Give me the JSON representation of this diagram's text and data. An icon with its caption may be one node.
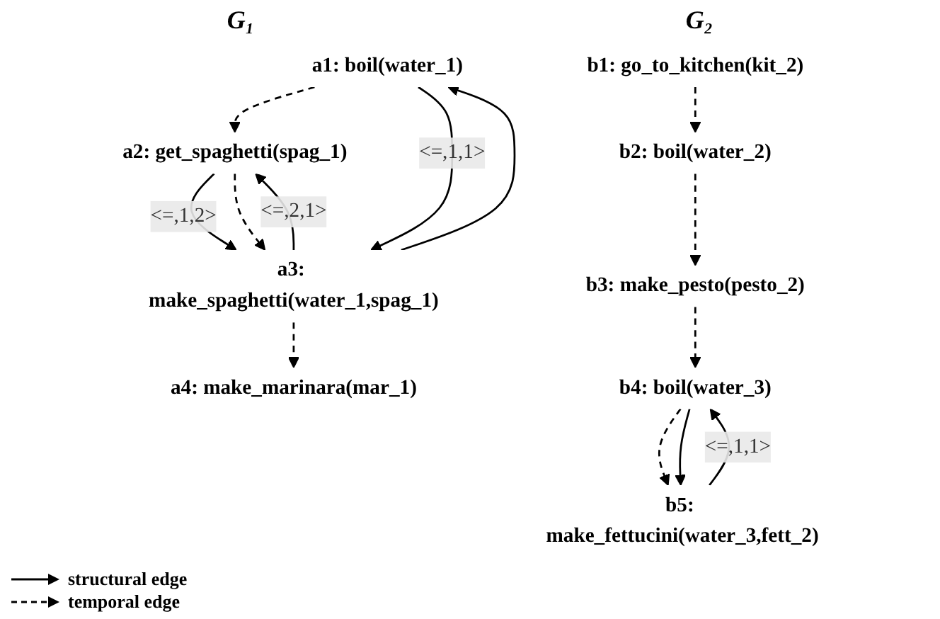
{
  "diagram": {
    "nodes": [
      {
        "text": [
          "a1: boil(water_1)"
        ]
      },
      {
        "text": [
          "a2: get_spaghetti(spag_1)"
        ]
      },
      {
        "text": [
          "a3: make_spaghetti(water_1,spag_1)"
        ]
      },
      {
        "text": [
          "a4: make_marinara(mar_1)"
        ]
      },
      {
        "text": [
          "b1: go_to_kitchen(kit_2)"
        ]
      },
      {
        "text": [
          "b2: boil(water_2)"
        ]
      },
      {
        "text": [
          "b3: make_pesto(pesto_2)"
        ]
      },
      {
        "text": [
          "b4: boil(water_3)"
        ]
      },
      {
        "text": [
          "b5: make_fettucini(water_3,fett_2)"
        ]
      }
    ],
    "edges": [
      {
        "from": 0,
        "to": 1,
        "arrow": "to",
        "style": "dashed"
      },
      {
        "from": 0,
        "to": 2,
        "arrow": "to",
        "label": "<=,1,1>"
      },
      {
        "from": 2,
        "to": 0,
        "arrow": "to"
      },
      {
        "from": 1,
        "to": 2,
        "arrow": "to",
        "label": "<=,1,2>"
      },
      {
        "from": 1,
        "to": 2,
        "arrow": "to",
        "style": "dashed"
      },
      {
        "from": 2,
        "to": 1,
        "arrow": "to",
        "label": "<=,2,1>"
      },
      {
        "from": 2,
        "to": 3,
        "arrow": "to",
        "style": "dashed"
      },
      {
        "from": 4,
        "to": 5,
        "arrow": "to",
        "style": "dashed"
      },
      {
        "from": 5,
        "to": 6,
        "arrow": "to",
        "style": "dashed"
      },
      {
        "from": 6,
        "to": 7,
        "arrow": "to",
        "style": "dashed"
      },
      {
        "from": 7,
        "to": 8,
        "arrow": "to",
        "style": "dashed"
      },
      {
        "from": 7,
        "to": 8,
        "arrow": "to"
      },
      {
        "from": 8,
        "to": 7,
        "arrow": "to",
        "label": "<=,1,1>"
      }
    ],
    "labels": [
      "G₁",
      "G₂"
    ],
    "legend": [
      {
        "text": "structural edge"
      },
      {
        "text": "temporal edge"
      }
    ]
  }
}
